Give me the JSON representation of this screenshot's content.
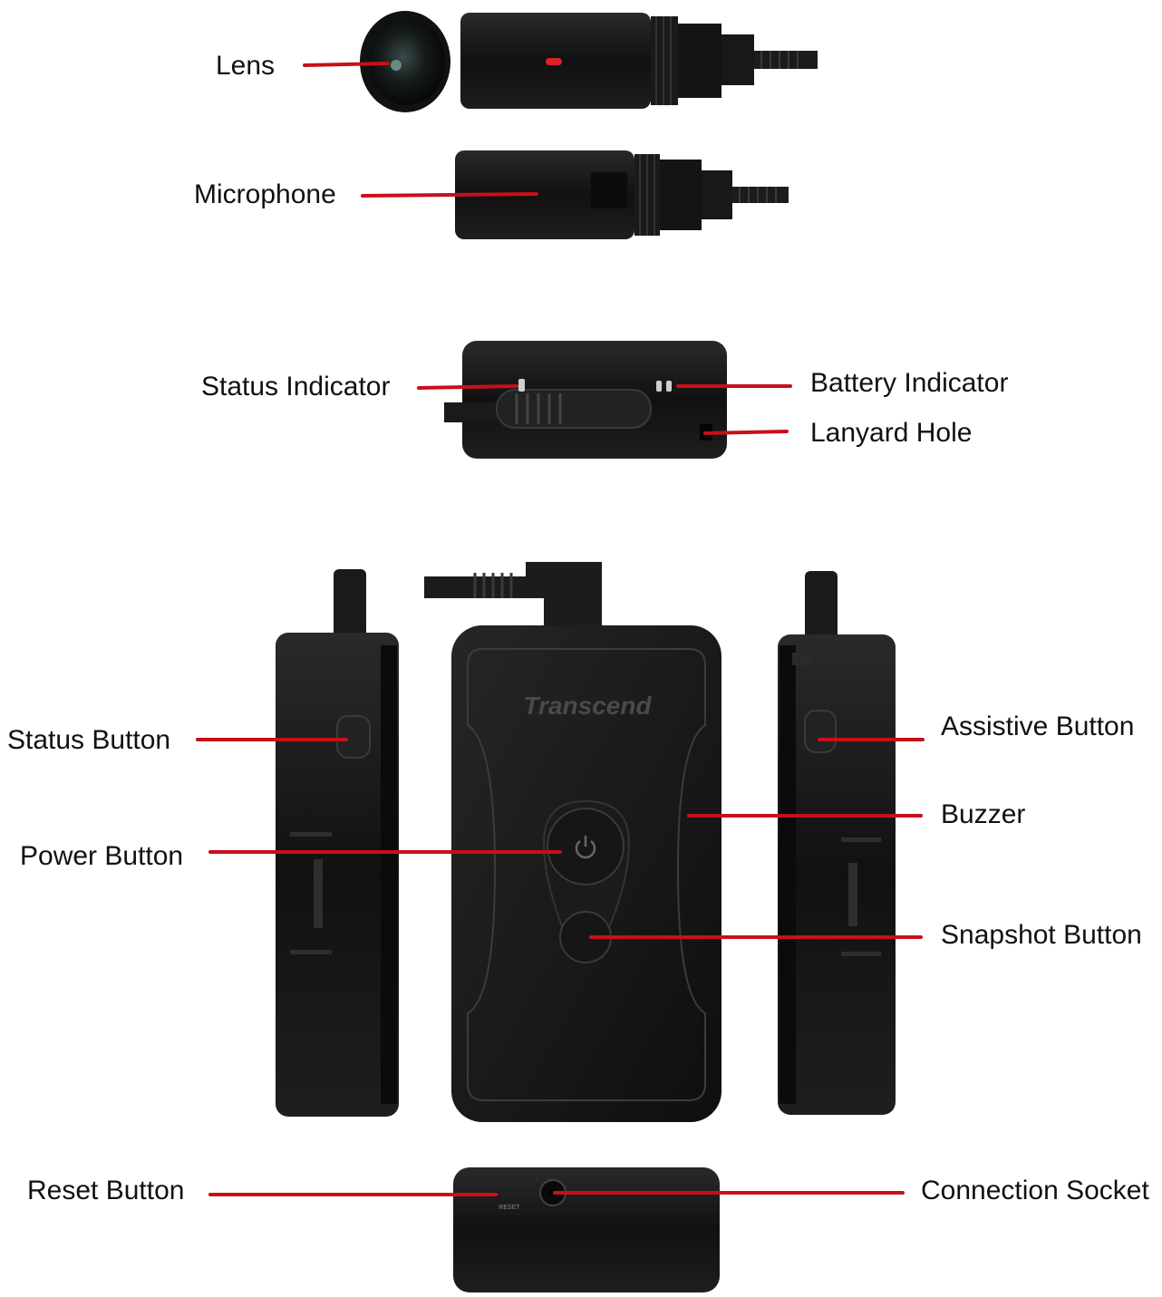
{
  "labels": {
    "lens": "Lens",
    "microphone": "Microphone",
    "status_indicator": "Status Indicator",
    "battery_indicator": "Battery Indicator",
    "lanyard_hole": "Lanyard Hole",
    "status_button": "Status Button",
    "power_button": "Power Button",
    "assistive_button": "Assistive Button",
    "buzzer": "Buzzer",
    "snapshot_button": "Snapshot Button",
    "reset_button": "Reset Button",
    "connection_socket": "Connection Socket"
  },
  "brand_text": "Transcend",
  "reset_text": "RESET",
  "colors": {
    "leader": "#c8101a",
    "body": "#161616",
    "edge": "#3a3a3a",
    "led": "#e0202a"
  }
}
